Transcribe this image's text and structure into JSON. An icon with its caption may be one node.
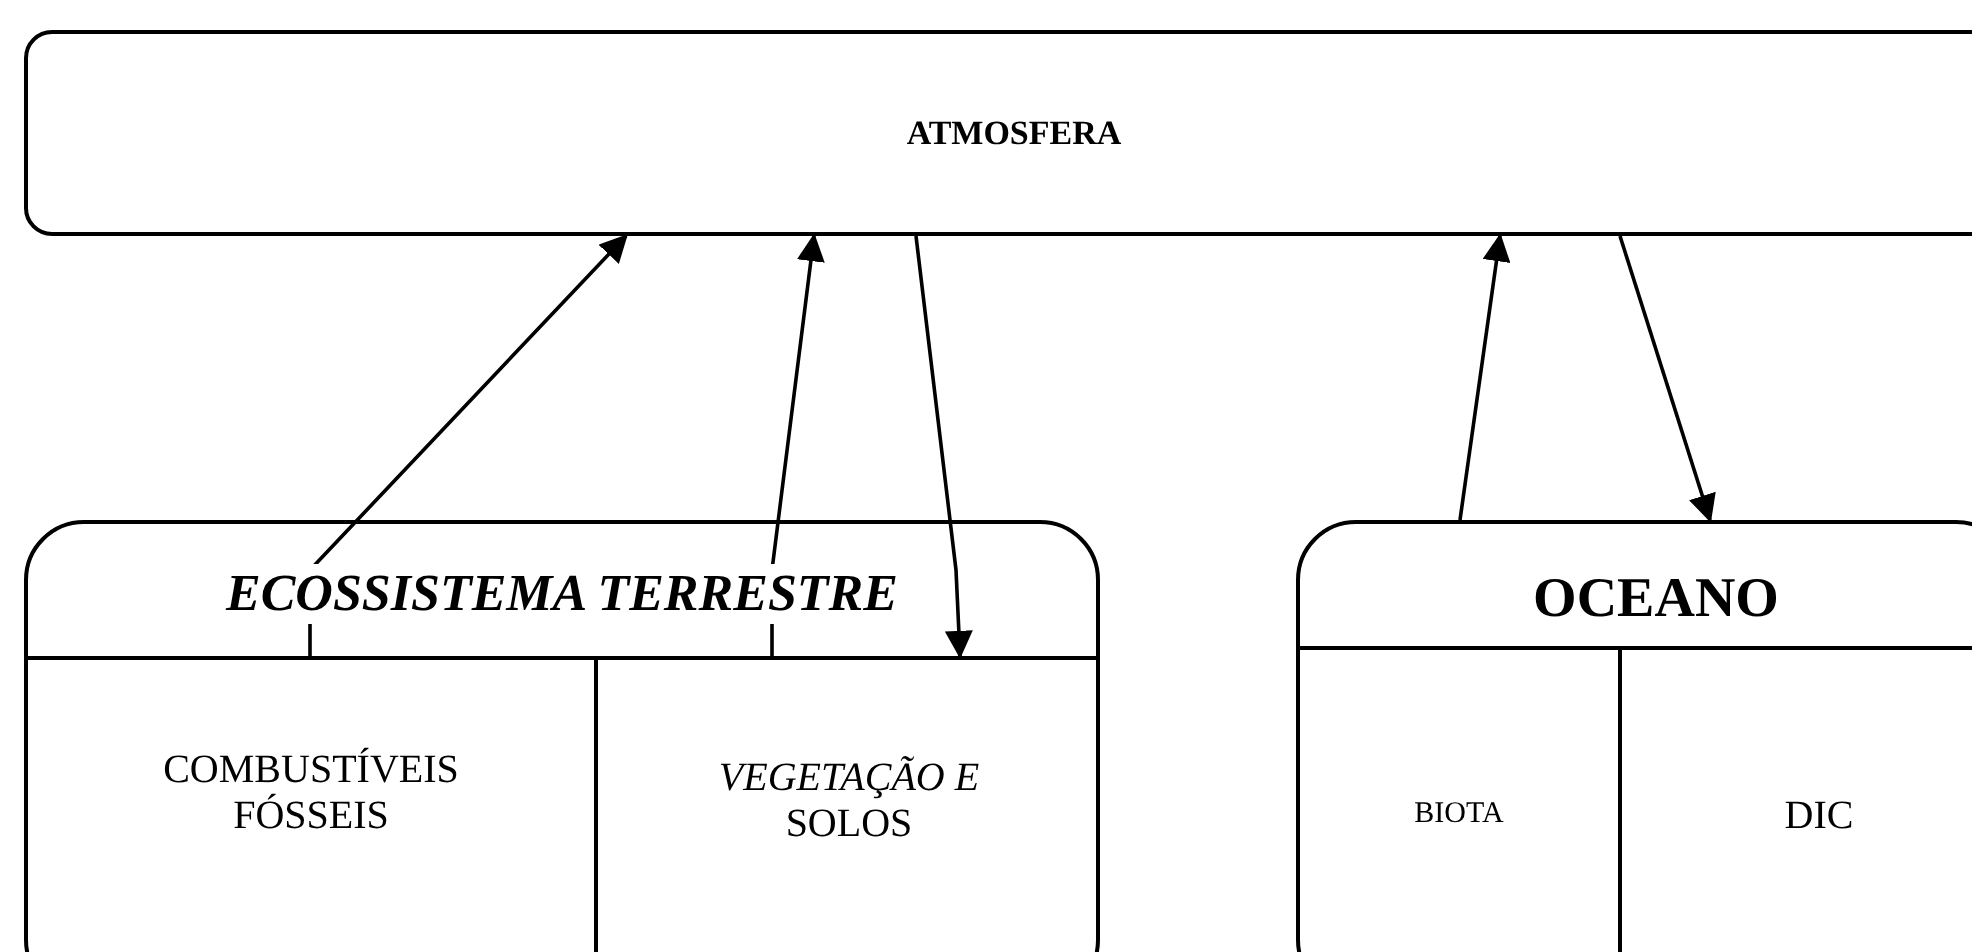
{
  "diagram": {
    "nodes": [
      {
        "text": [
          "ATMOSFERA"
        ]
      },
      {
        "text": [
          "ECOSSISTEMA TERRESTRE"
        ]
      },
      {
        "text": [
          "COMBUSTÍVEIS FÓSSEIS"
        ],
        "in": 1
      },
      {
        "text": [
          "*VEGETAÇÃO E* SOLOS"
        ],
        "in": 1
      },
      {
        "text": [
          "OCEANO"
        ]
      },
      {
        "text": [
          "BIOTA"
        ],
        "in": 4
      },
      {
        "text": [
          "DIC"
        ],
        "in": 4
      }
    ],
    "edges": [
      {
        "from": 2,
        "to": 0,
        "arrow": "to"
      },
      {
        "from": 3,
        "to": 0,
        "arrow": "to"
      },
      {
        "from": 0,
        "to": 3,
        "arrow": "to"
      },
      {
        "from": 4,
        "to": 0,
        "arrow": "to"
      },
      {
        "from": 0,
        "to": 4,
        "arrow": "to"
      }
    ]
  }
}
